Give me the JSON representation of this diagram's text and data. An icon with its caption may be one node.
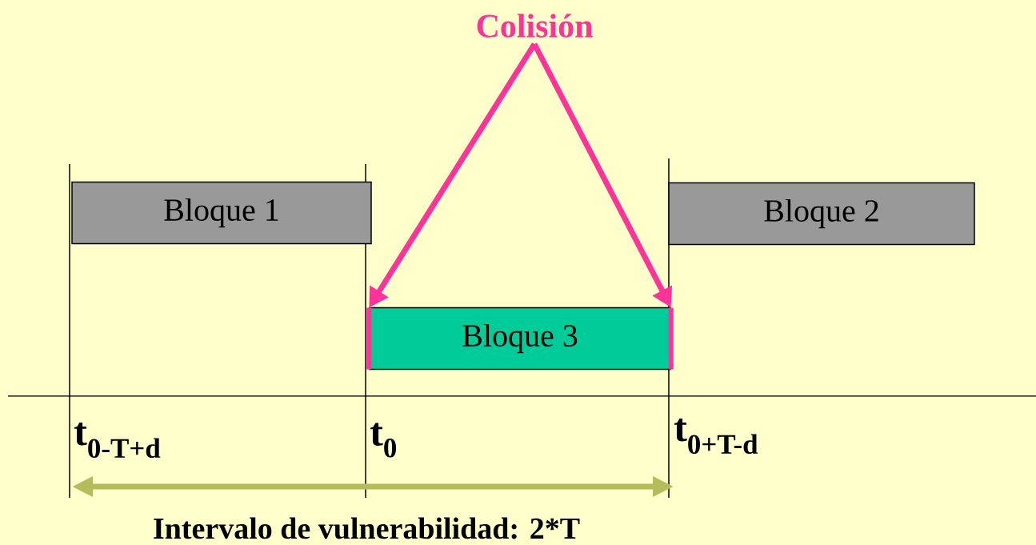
{
  "diagram": {
    "nodes": [
      {
        "text": [
          "Colisión"
        ]
      },
      {
        "text": [
          "Bloque 1"
        ]
      },
      {
        "text": [
          "Bloque 2"
        ]
      },
      {
        "text": [
          "Bloque 3"
        ]
      },
      {
        "text": [],
        "shape": "bar",
        "in": 3
      },
      {
        "text": [],
        "shape": "bar",
        "in": 3
      }
    ],
    "edges": [
      {
        "from": 0,
        "to": 4,
        "arrow": "to"
      },
      {
        "from": 0,
        "to": 5,
        "arrow": "to"
      }
    ],
    "labels": [
      "t$_{0-T+d}$",
      "t$_{0}$",
      "t$_{0+T-d}$",
      "Intervalo de vulnerabilidad: 2*T"
    ]
  }
}
